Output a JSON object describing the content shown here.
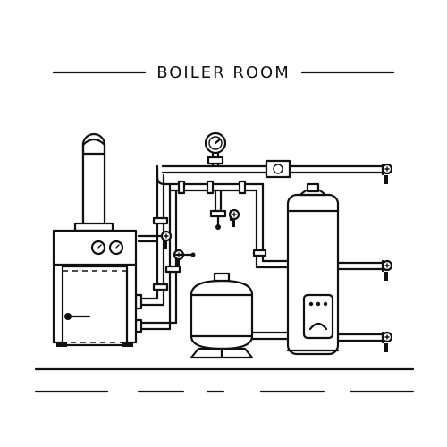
{
  "title": "BOILER ROOM",
  "components": {
    "boiler": "boiler",
    "chimney": "chimney-pipe",
    "expansion_tank": "expansion-tank",
    "water_heater": "water-heater",
    "pressure_gauge": "pressure-gauge-icon",
    "valves": [
      "valve-icon",
      "valve-icon",
      "valve-icon",
      "valve-icon",
      "valve-icon",
      "valve-icon"
    ]
  },
  "colors": {
    "line": "#111111",
    "background": "#ffffff"
  }
}
